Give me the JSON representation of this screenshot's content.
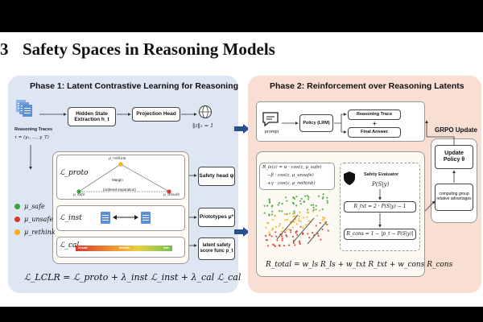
{
  "heading": {
    "number": "3",
    "text": "Safety Spaces in Reasoning Models"
  },
  "phase1": {
    "title": "Phase 1: Latent Contrastive Learning for Reasoning",
    "input_label": "Reasoning Traces",
    "input_formula": "τ = (y₁, …, y_T)",
    "hidden_state": "Hidden State Extraction h_t",
    "projection_head": "Projection Head",
    "norm_label": "‖z‖₂ = 1",
    "loss_proto": "ℒ_proto",
    "loss_inst": "ℒ_inst",
    "loss_cal": "ℒ_cal",
    "proto_top": "μ_rethink",
    "proto_left": "μ_safe",
    "proto_right": "μ_unsafe",
    "margin_label": "Margin",
    "order_label": "(ordered separation)",
    "grad_unsafe": "Unsafe",
    "grad_rethink": "Rethink",
    "grad_safe": "Safe",
    "legend": [
      "μ_safe",
      "μ_unsafe",
      "μ_rethink"
    ],
    "legend_colors": [
      "#3aa33a",
      "#d33a2c",
      "#f2b01e"
    ],
    "safety_head": "Safety head ψ",
    "prototypes": "Prototypes μ*",
    "latent_score": "latent safety score func p_t",
    "total_loss": "ℒ_LCLR = ℒ_proto + λ_inst ℒ_inst + λ_cal ℒ_cal"
  },
  "phase2": {
    "title": "Phase 2: Reinforcement over Reasoning Latents",
    "prompt": "prompt",
    "policy": "Policy (LRM)",
    "reasoning_trace": "Reasoning Trace",
    "plus": "+",
    "final_answer": "Final Answer",
    "grpo_title": "GRPO Update",
    "update_policy": "Update Policy θ",
    "advantages": "computing group relative advantages",
    "rls_lines": [
      "R_ls(z) = α · cos(z, μ_safe)",
      "−β · cos(z, μ_unsafe)",
      "+γ · cos(z, μ_rethink)"
    ],
    "safety_evaluator": "Safety Evaluator",
    "psy": "P(S|y)",
    "r_txt": "R_txt = 2 · P(S|y) − 1",
    "r_cons": "R_cons = 1 − |p_t − P(S|y)|",
    "total_reward": "R_total = w_ls R_ls + w_txt R_txt + w_cons R_cons"
  }
}
